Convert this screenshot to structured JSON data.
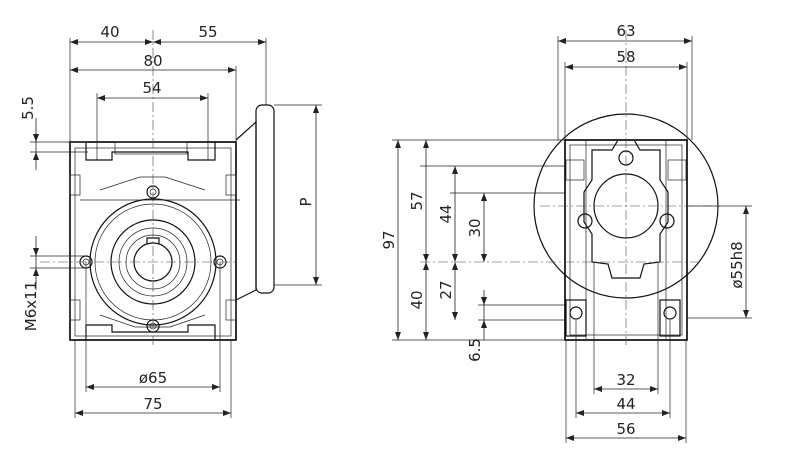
{
  "front_view": {
    "dims": {
      "d40": "40",
      "d55": "55",
      "d80": "80",
      "d54": "54",
      "d5_5": "5.5",
      "m6x11": "M6x11",
      "p": "P",
      "phi65": "ø65",
      "d75": "75"
    }
  },
  "side_view": {
    "dims": {
      "d63": "63",
      "d58": "58",
      "d97": "97",
      "d57": "57",
      "d44v": "44",
      "d30": "30",
      "d40v": "40",
      "d27": "27",
      "d6_5": "6.5",
      "phi55h8": "ø55h8",
      "d32": "32",
      "d44h": "44",
      "d56": "56"
    }
  }
}
